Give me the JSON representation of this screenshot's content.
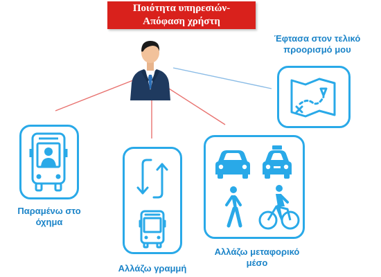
{
  "title": {
    "line1": "Ποιότητα υπηρεσιών-",
    "line2": "Απόφαση χρήστη"
  },
  "user": {
    "icon": "business-user-icon"
  },
  "options": {
    "stay": {
      "icon": "bus-with-passenger-icon",
      "label_line1": "Παραμένω στο",
      "label_line2": "όχημα"
    },
    "change_line": {
      "icon": "swap-arrows-bus-icon",
      "label": "Αλλάζω γραμμή"
    },
    "change_mode": {
      "icons": [
        "car-icon",
        "taxi-icon",
        "pedestrian-icon",
        "cyclist-icon"
      ],
      "label_line1": "Αλλάζω μεταφορικό",
      "label_line2": "μέσο"
    },
    "arrived": {
      "icon": "destination-map-icon",
      "label_line1": "Έφτασα στον τελικό",
      "label_line2": "προορισμό μου"
    }
  },
  "colors": {
    "title_background": "#d9211c",
    "icon_blue": "#29a9e8",
    "caption_blue": "#1b84c8",
    "connector_red": "#e8726f",
    "connector_blue": "#8bbce6",
    "suit_navy": "#1f3a5f"
  }
}
